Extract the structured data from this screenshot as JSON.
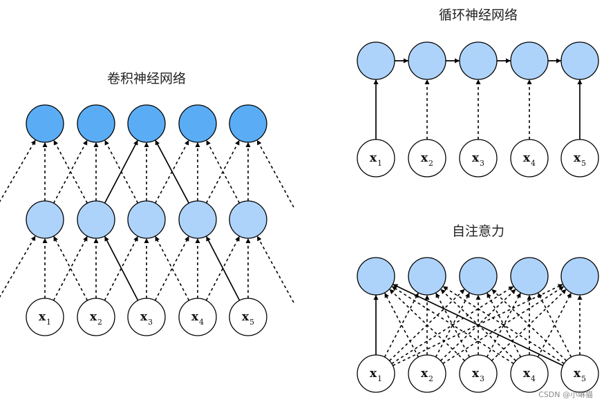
{
  "titles": {
    "cnn": "卷积神经网络",
    "rnn": "循环神经网络",
    "attention": "自注意力"
  },
  "inputs": [
    {
      "base": "x",
      "sub": "1"
    },
    {
      "base": "x",
      "sub": "2"
    },
    {
      "base": "x",
      "sub": "3"
    },
    {
      "base": "x",
      "sub": "4"
    },
    {
      "base": "x",
      "sub": "5"
    }
  ],
  "watermark": "CSDN @小琳猫",
  "colors": {
    "cnn_top": "#5aadf5",
    "hidden": "#aed3fb",
    "input_fill": "#ffffff",
    "stroke": "#000000"
  }
}
